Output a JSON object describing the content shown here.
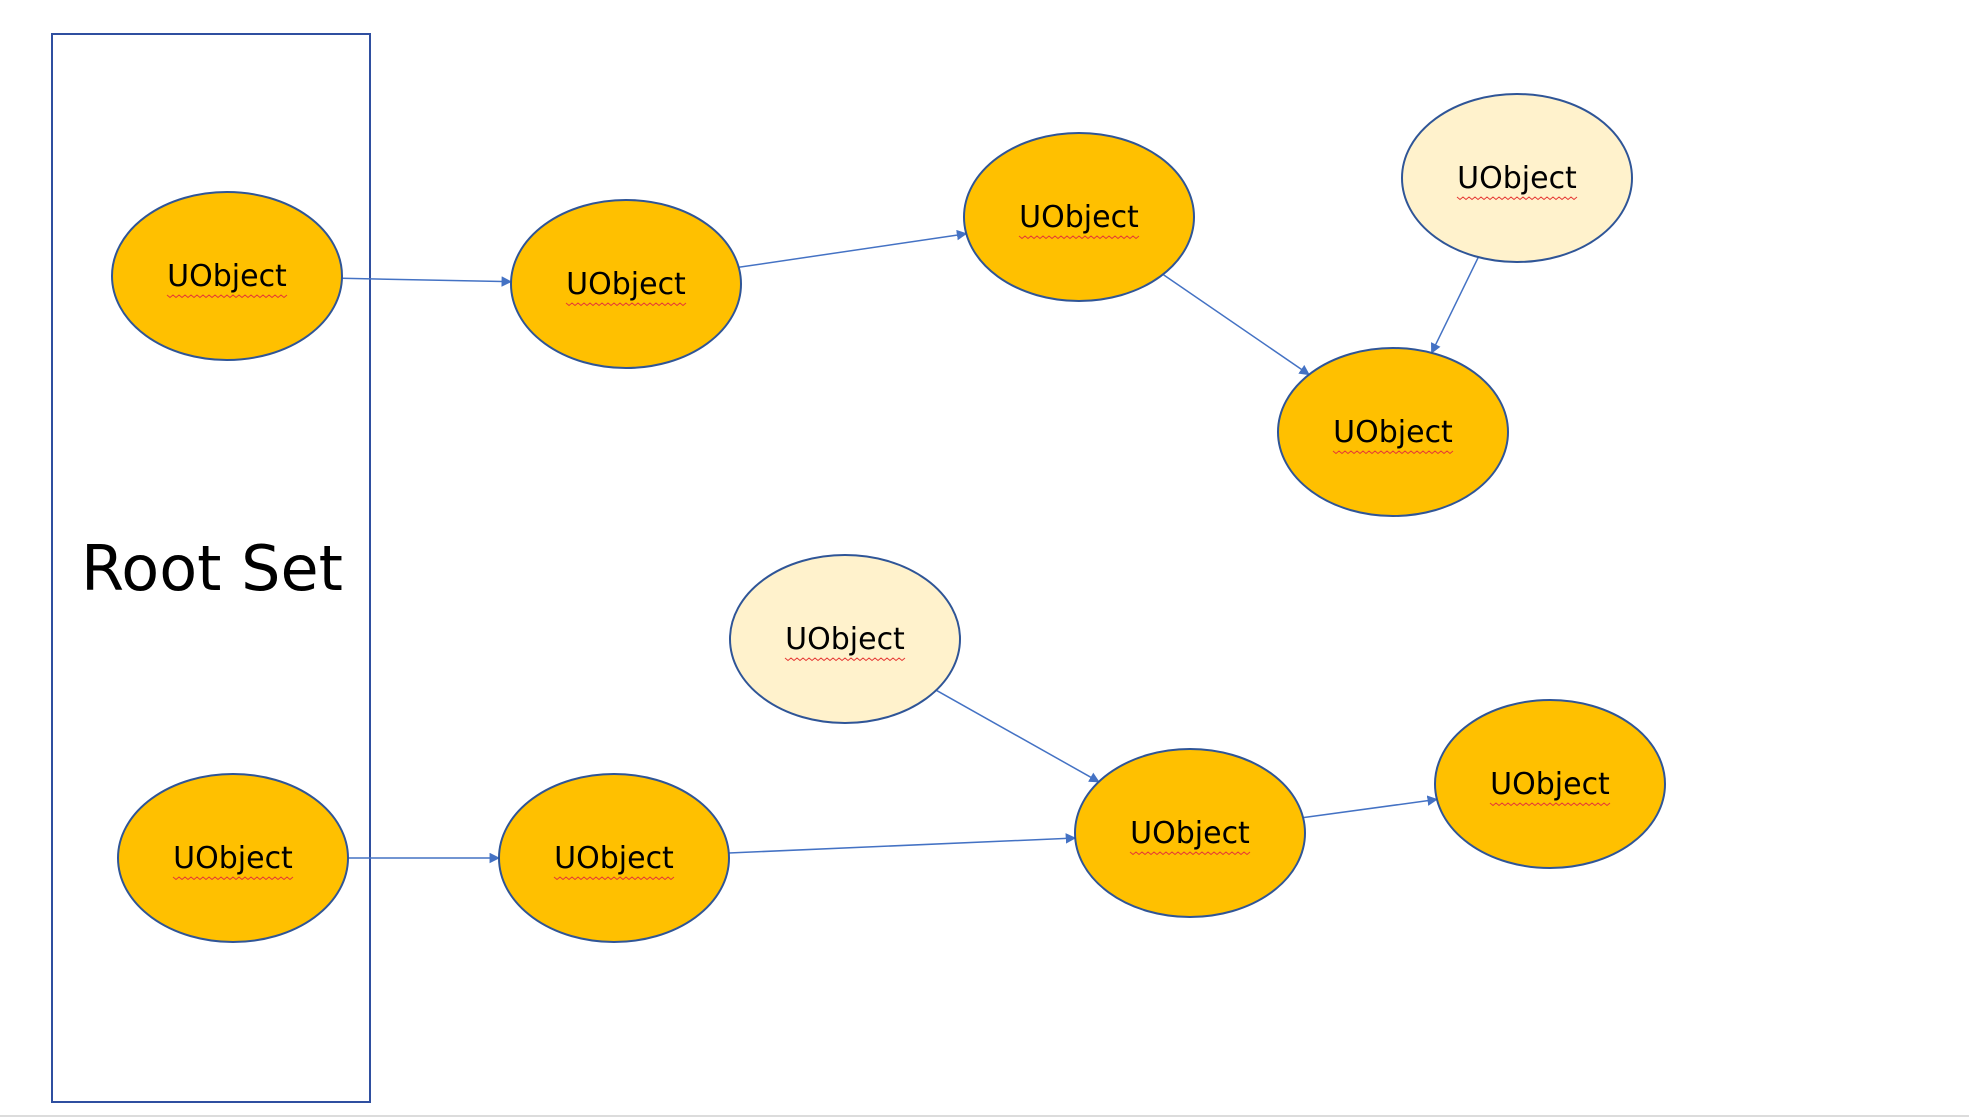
{
  "colors": {
    "reachable_fill": "#ffc000",
    "unreachable_fill": "#fff2cc",
    "node_stroke": "#2f5597",
    "edge": "#4472c4",
    "root_set_border": "#2f4fa0",
    "spellcheck_underline": "#e53935"
  },
  "root_set": {
    "label": "Root Set"
  },
  "nodes": [
    {
      "id": "n1",
      "label": "UObject",
      "reachable": true,
      "in_root_set": true
    },
    {
      "id": "n2",
      "label": "UObject",
      "reachable": true,
      "in_root_set": false
    },
    {
      "id": "n3",
      "label": "UObject",
      "reachable": true,
      "in_root_set": false
    },
    {
      "id": "n4",
      "label": "UObject",
      "reachable": false,
      "in_root_set": false
    },
    {
      "id": "n5",
      "label": "UObject",
      "reachable": true,
      "in_root_set": false
    },
    {
      "id": "n6",
      "label": "UObject",
      "reachable": true,
      "in_root_set": true
    },
    {
      "id": "n7",
      "label": "UObject",
      "reachable": true,
      "in_root_set": false
    },
    {
      "id": "n8",
      "label": "UObject",
      "reachable": false,
      "in_root_set": false
    },
    {
      "id": "n9",
      "label": "UObject",
      "reachable": true,
      "in_root_set": false
    },
    {
      "id": "n10",
      "label": "UObject",
      "reachable": true,
      "in_root_set": false
    }
  ],
  "edges": [
    {
      "from": "n1",
      "to": "n2"
    },
    {
      "from": "n2",
      "to": "n3"
    },
    {
      "from": "n3",
      "to": "n5"
    },
    {
      "from": "n4",
      "to": "n5"
    },
    {
      "from": "n6",
      "to": "n7"
    },
    {
      "from": "n7",
      "to": "n9"
    },
    {
      "from": "n8",
      "to": "n9"
    },
    {
      "from": "n9",
      "to": "n10"
    }
  ]
}
